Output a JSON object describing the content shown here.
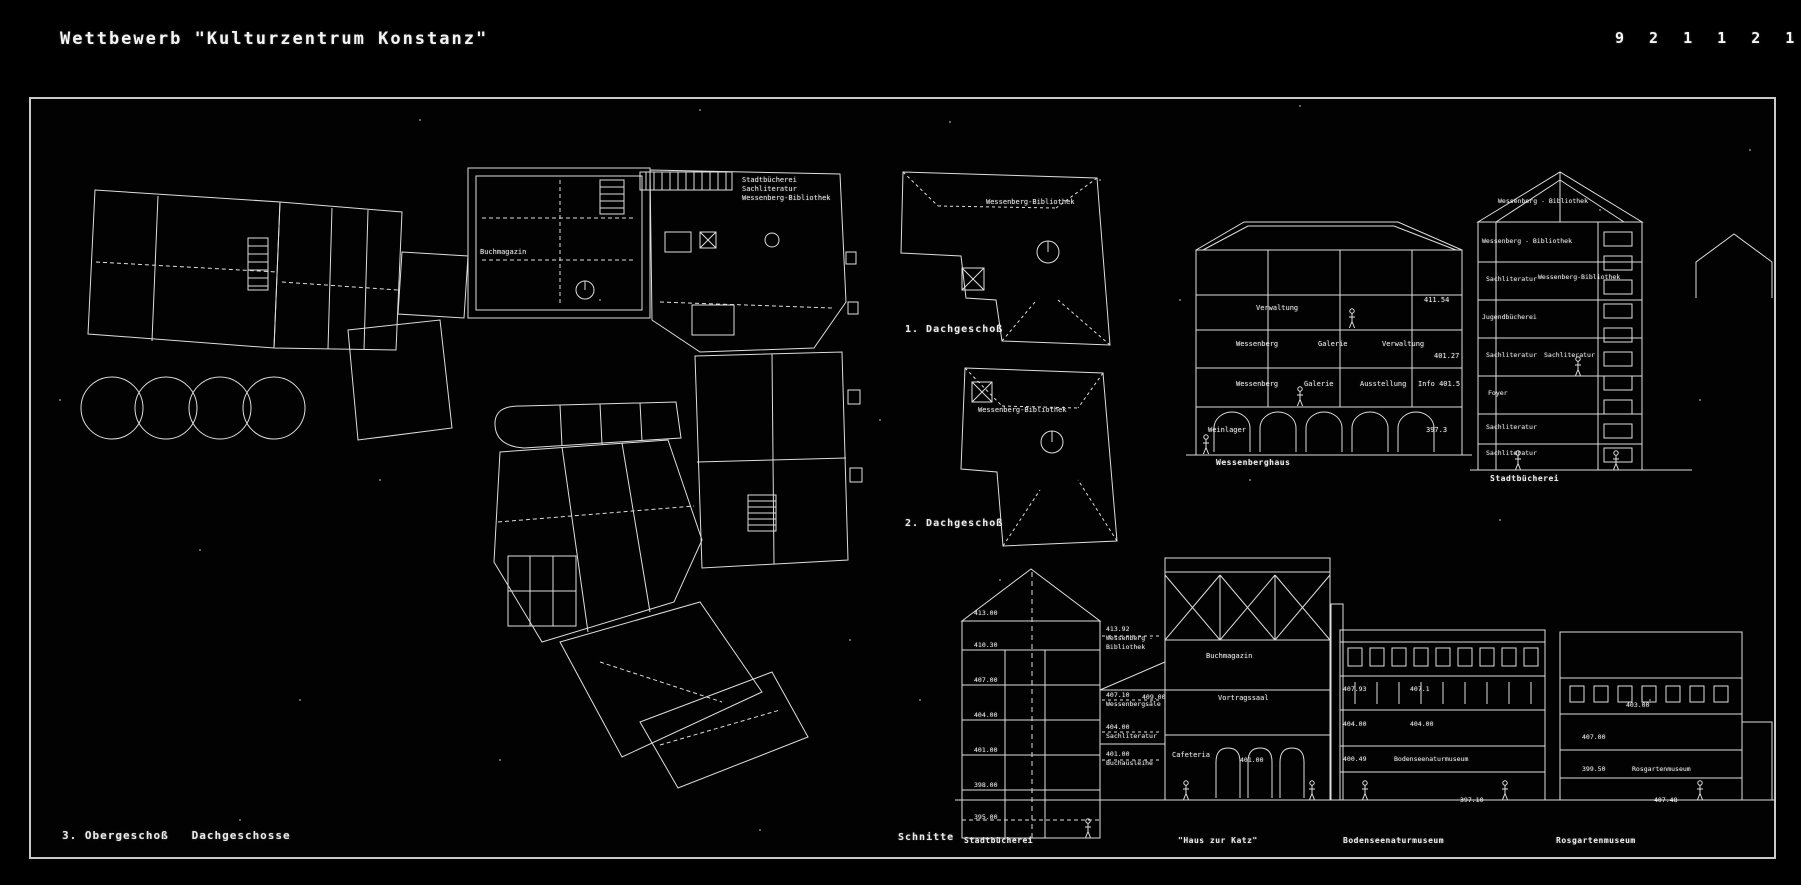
{
  "header": {
    "title": "Wettbewerb \"Kulturzentrum Konstanz\"",
    "code": "9 2 1 1 2 1"
  },
  "plan": {
    "caption": "3. Obergeschoß   Dachgeschosse",
    "room_buchmagazin": "Buchmagazin",
    "legend_line1": "Stadtbücherei",
    "legend_line2": "Sachliteratur",
    "legend_line3": "Wessenberg-Bibliothek"
  },
  "roof_plans": {
    "plan1_caption": "1. Dachgeschoß",
    "plan1_label": "Wessenberg-Bibliothek",
    "plan2_caption": "2. Dachgeschoß",
    "plan2_label": "Wessenberg-Bibliothek"
  },
  "wessenberghaus": {
    "caption": "Wessenberghaus",
    "verwaltung_a": "Verwaltung",
    "level_top": "411.54",
    "wessenberg_a": "Wessenberg",
    "galerie_a": "Galerie",
    "verwaltung_b": "Verwaltung",
    "level_mid": "401.27",
    "wessenberg_b": "Wessenberg",
    "galerie_b": "Galerie",
    "ausstellung": "Ausstellung",
    "info": "Info 401.5",
    "weinlager": "Weinlager",
    "level_base": "397.3"
  },
  "tower": {
    "caption": "Stadtbücherei",
    "gable": "Wessenberg - Bibliothek",
    "floor1": "Wessenberg - Bibliothek",
    "floor2": "Sachliteratur",
    "floor2_right": "Wessenberg-Bibliothek",
    "floor3": "Jugendbücherei",
    "floor4": "Sachliteratur",
    "floor4_right": "Sachliteratur",
    "floor5": "Foyer",
    "floor6": "Sachliteratur",
    "floor7": "Sachliteratur"
  },
  "schnitte": {
    "caption": "Schnitte",
    "stadtbuecherei": {
      "caption": "Stadtbücherei",
      "levels": [
        "413.00",
        "410.30",
        "407.00",
        "404.00",
        "401.00",
        "398.00",
        "395.00"
      ]
    },
    "annotations": {
      "a1": "413.92",
      "a2": "Wessenberg -",
      "a3": "Bibliothek",
      "a4": "407.10",
      "a5": "Wessenbergsäle",
      "a6": "404.00",
      "a7": "Sachliteratur",
      "a8": "401.00",
      "a9": "Buchausleihe"
    },
    "katz": {
      "caption": "\"Haus zur Katz\"",
      "buchmagazin": "Buchmagazin",
      "vortragssaal": "Vortragssaal",
      "level_a": "409.00",
      "cafeteria": "Cafeteria",
      "level_b": "401.00"
    },
    "naturmuseum": {
      "caption": "Bodenseenaturmuseum",
      "label": "Bodenseenaturmuseum",
      "levels": [
        "407.93",
        "407.1",
        "404.00",
        "404.00",
        "400.49",
        "397.10"
      ]
    },
    "rosgarten": {
      "caption": "Rosgartenmuseum",
      "label": "Rosgartenmuseum",
      "levels": [
        "403.00",
        "407.00",
        "399.50",
        "407.48"
      ]
    }
  }
}
